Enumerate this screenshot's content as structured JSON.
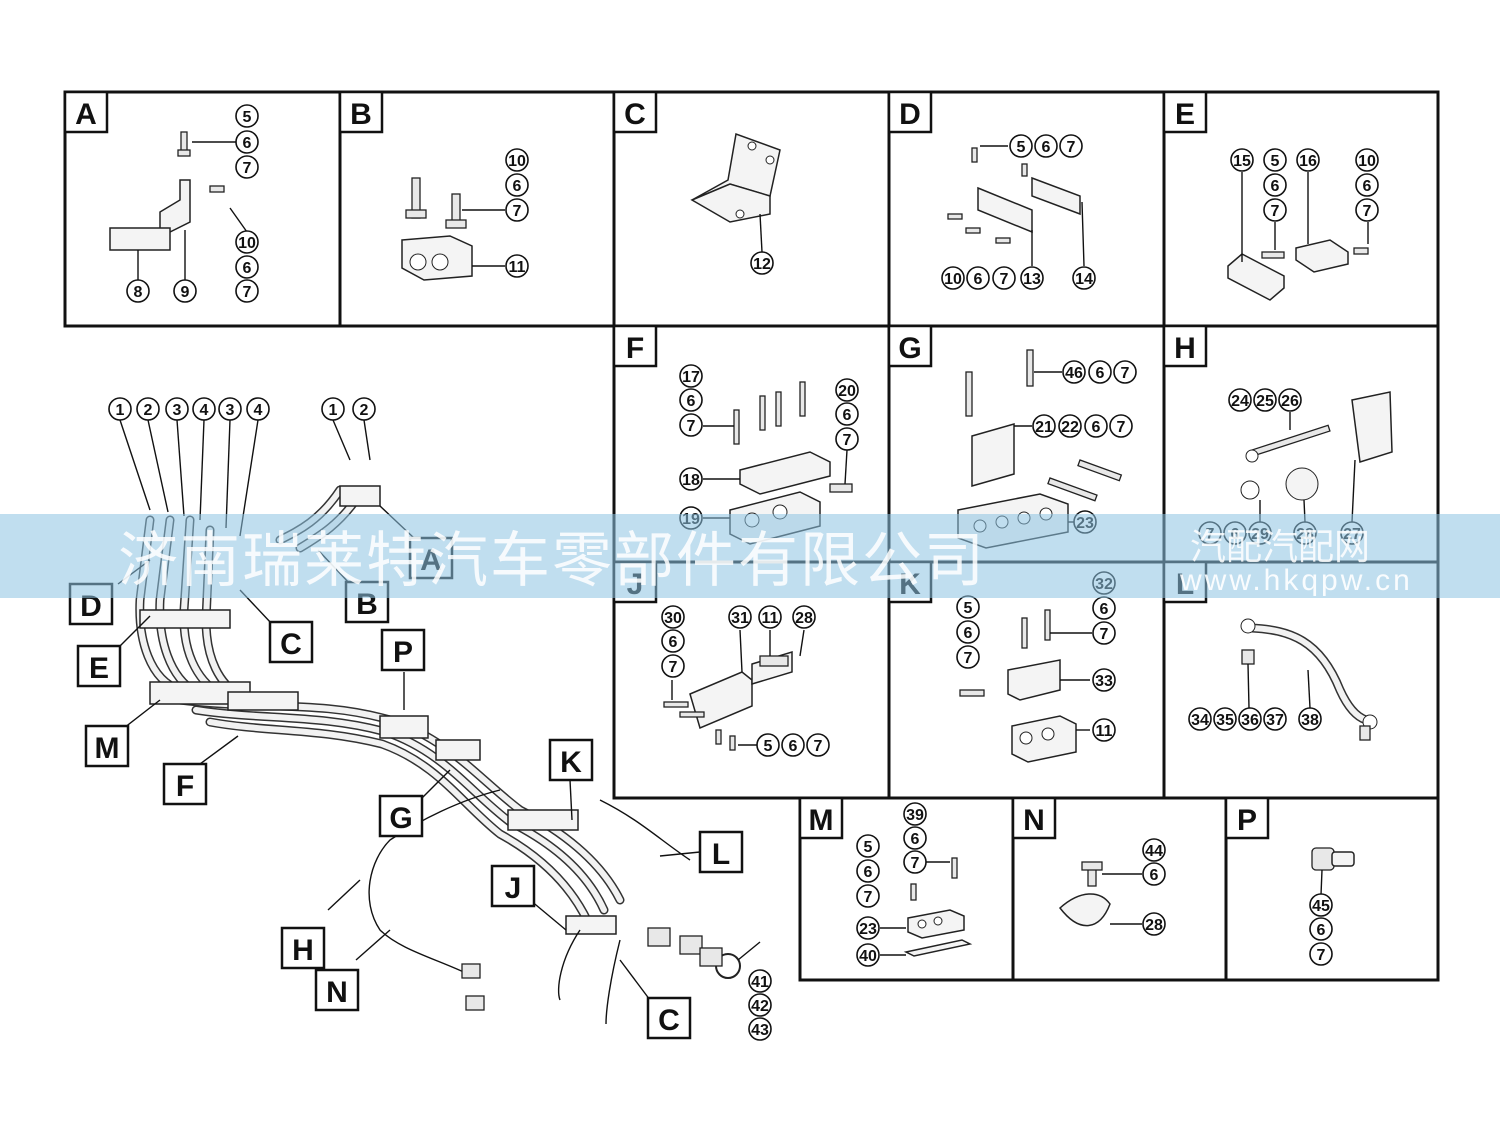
{
  "panels": [
    {
      "id": "A",
      "label": "A",
      "callouts": [
        "5",
        "6",
        "7",
        "10",
        "6",
        "7",
        "8",
        "9"
      ]
    },
    {
      "id": "B",
      "label": "B",
      "callouts": [
        "10",
        "6",
        "7",
        "11"
      ]
    },
    {
      "id": "C",
      "label": "C",
      "callouts": [
        "12"
      ]
    },
    {
      "id": "D",
      "label": "D",
      "callouts": [
        "5",
        "6",
        "7",
        "10",
        "6",
        "7",
        "13",
        "14"
      ]
    },
    {
      "id": "E",
      "label": "E",
      "callouts": [
        "15",
        "5",
        "6",
        "7",
        "16",
        "10",
        "6",
        "7"
      ]
    },
    {
      "id": "F",
      "label": "F",
      "callouts": [
        "17",
        "6",
        "7",
        "20",
        "6",
        "7",
        "18",
        "19"
      ]
    },
    {
      "id": "G",
      "label": "G",
      "callouts": [
        "46",
        "6",
        "7",
        "21",
        "22",
        "6",
        "7",
        "23"
      ]
    },
    {
      "id": "H",
      "label": "H",
      "callouts": [
        "24",
        "25",
        "26",
        "7",
        "6",
        "29",
        "28",
        "27"
      ]
    },
    {
      "id": "J",
      "label": "J",
      "callouts": [
        "30",
        "6",
        "7",
        "31",
        "11",
        "28",
        "5",
        "6",
        "7"
      ]
    },
    {
      "id": "K",
      "label": "K",
      "callouts": [
        "32",
        "6",
        "7",
        "5",
        "6",
        "7",
        "33",
        "11"
      ]
    },
    {
      "id": "L",
      "label": "L",
      "callouts": [
        "34",
        "35",
        "36",
        "37",
        "38"
      ]
    },
    {
      "id": "M",
      "label": "M",
      "callouts": [
        "39",
        "6",
        "7",
        "5",
        "6",
        "7",
        "23",
        "40"
      ]
    },
    {
      "id": "N",
      "label": "N",
      "callouts": [
        "44",
        "6",
        "28"
      ]
    },
    {
      "id": "P",
      "label": "P",
      "callouts": [
        "45",
        "6",
        "7"
      ]
    }
  ],
  "overview": {
    "tags": [
      "A",
      "B",
      "C",
      "D",
      "E",
      "M",
      "F",
      "P",
      "G",
      "K",
      "L",
      "J",
      "H",
      "N",
      "C"
    ],
    "callouts": [
      "1",
      "2",
      "3",
      "4",
      "3",
      "4",
      "1",
      "2",
      "41",
      "42",
      "43"
    ]
  },
  "watermark": {
    "left": "济南瑞莱特汽车零部件有限公司",
    "right_top": "汽配汽配网",
    "right_bottom": "www.hkqpw.cn"
  }
}
